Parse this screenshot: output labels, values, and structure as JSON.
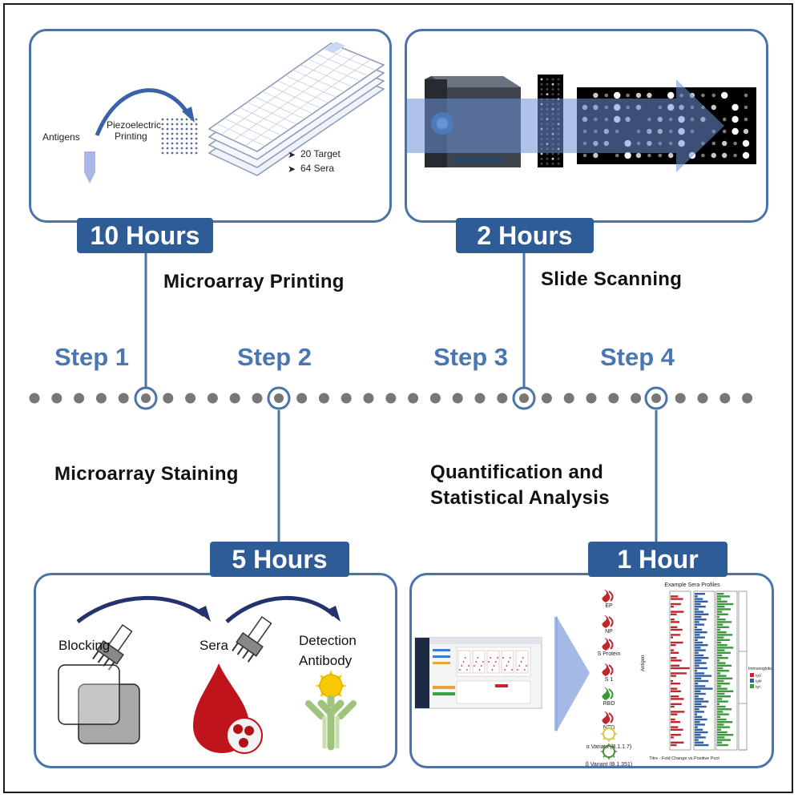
{
  "steps": [
    {
      "label": "Step 1",
      "time": "10 Hours",
      "caption": "Microarray Printing"
    },
    {
      "label": "Step 2",
      "time": "5 Hours",
      "caption": "Microarray Staining"
    },
    {
      "label": "Step 3",
      "time": "2 Hours",
      "caption": "Slide Scanning"
    },
    {
      "label": "Step 4",
      "time": "1 Hour",
      "caption_line1": "Quantification and",
      "caption_line2": "Statistical Analysis"
    }
  ],
  "printing": {
    "antigens": "Antigens",
    "piezo_line1": "Piezoelectric",
    "piezo_line2": "Printing",
    "target": "20 Target",
    "sera": "64 Sera"
  },
  "staining": {
    "blocking": "Blocking",
    "sera": "Sera",
    "detection_line1": "Detection",
    "detection_line2": "Antibody"
  },
  "analysis": {
    "antigens": [
      "EP",
      "NP",
      "S Protein",
      "S 1",
      "RBD",
      "NTD",
      "α Variant (B.1.1.7)",
      "β Variant (B.1.351)"
    ],
    "chart_title": "Example Sera Profiles",
    "y_label": "Antigen",
    "x_label": "Titre - Fold Change vs Positive Pool",
    "legend_title": "Immunoglobulin",
    "legend_items": [
      "IgG",
      "IgM",
      "IgA"
    ]
  },
  "colors": {
    "accent": "#2e5c96",
    "panel_border": "#4a74a8",
    "step_text": "#4a77b2",
    "timeline_dot": "#777777",
    "blood": "#c0141c",
    "igg": "#c0262c",
    "igm": "#2f5ea8",
    "iga": "#3a9a3a"
  }
}
